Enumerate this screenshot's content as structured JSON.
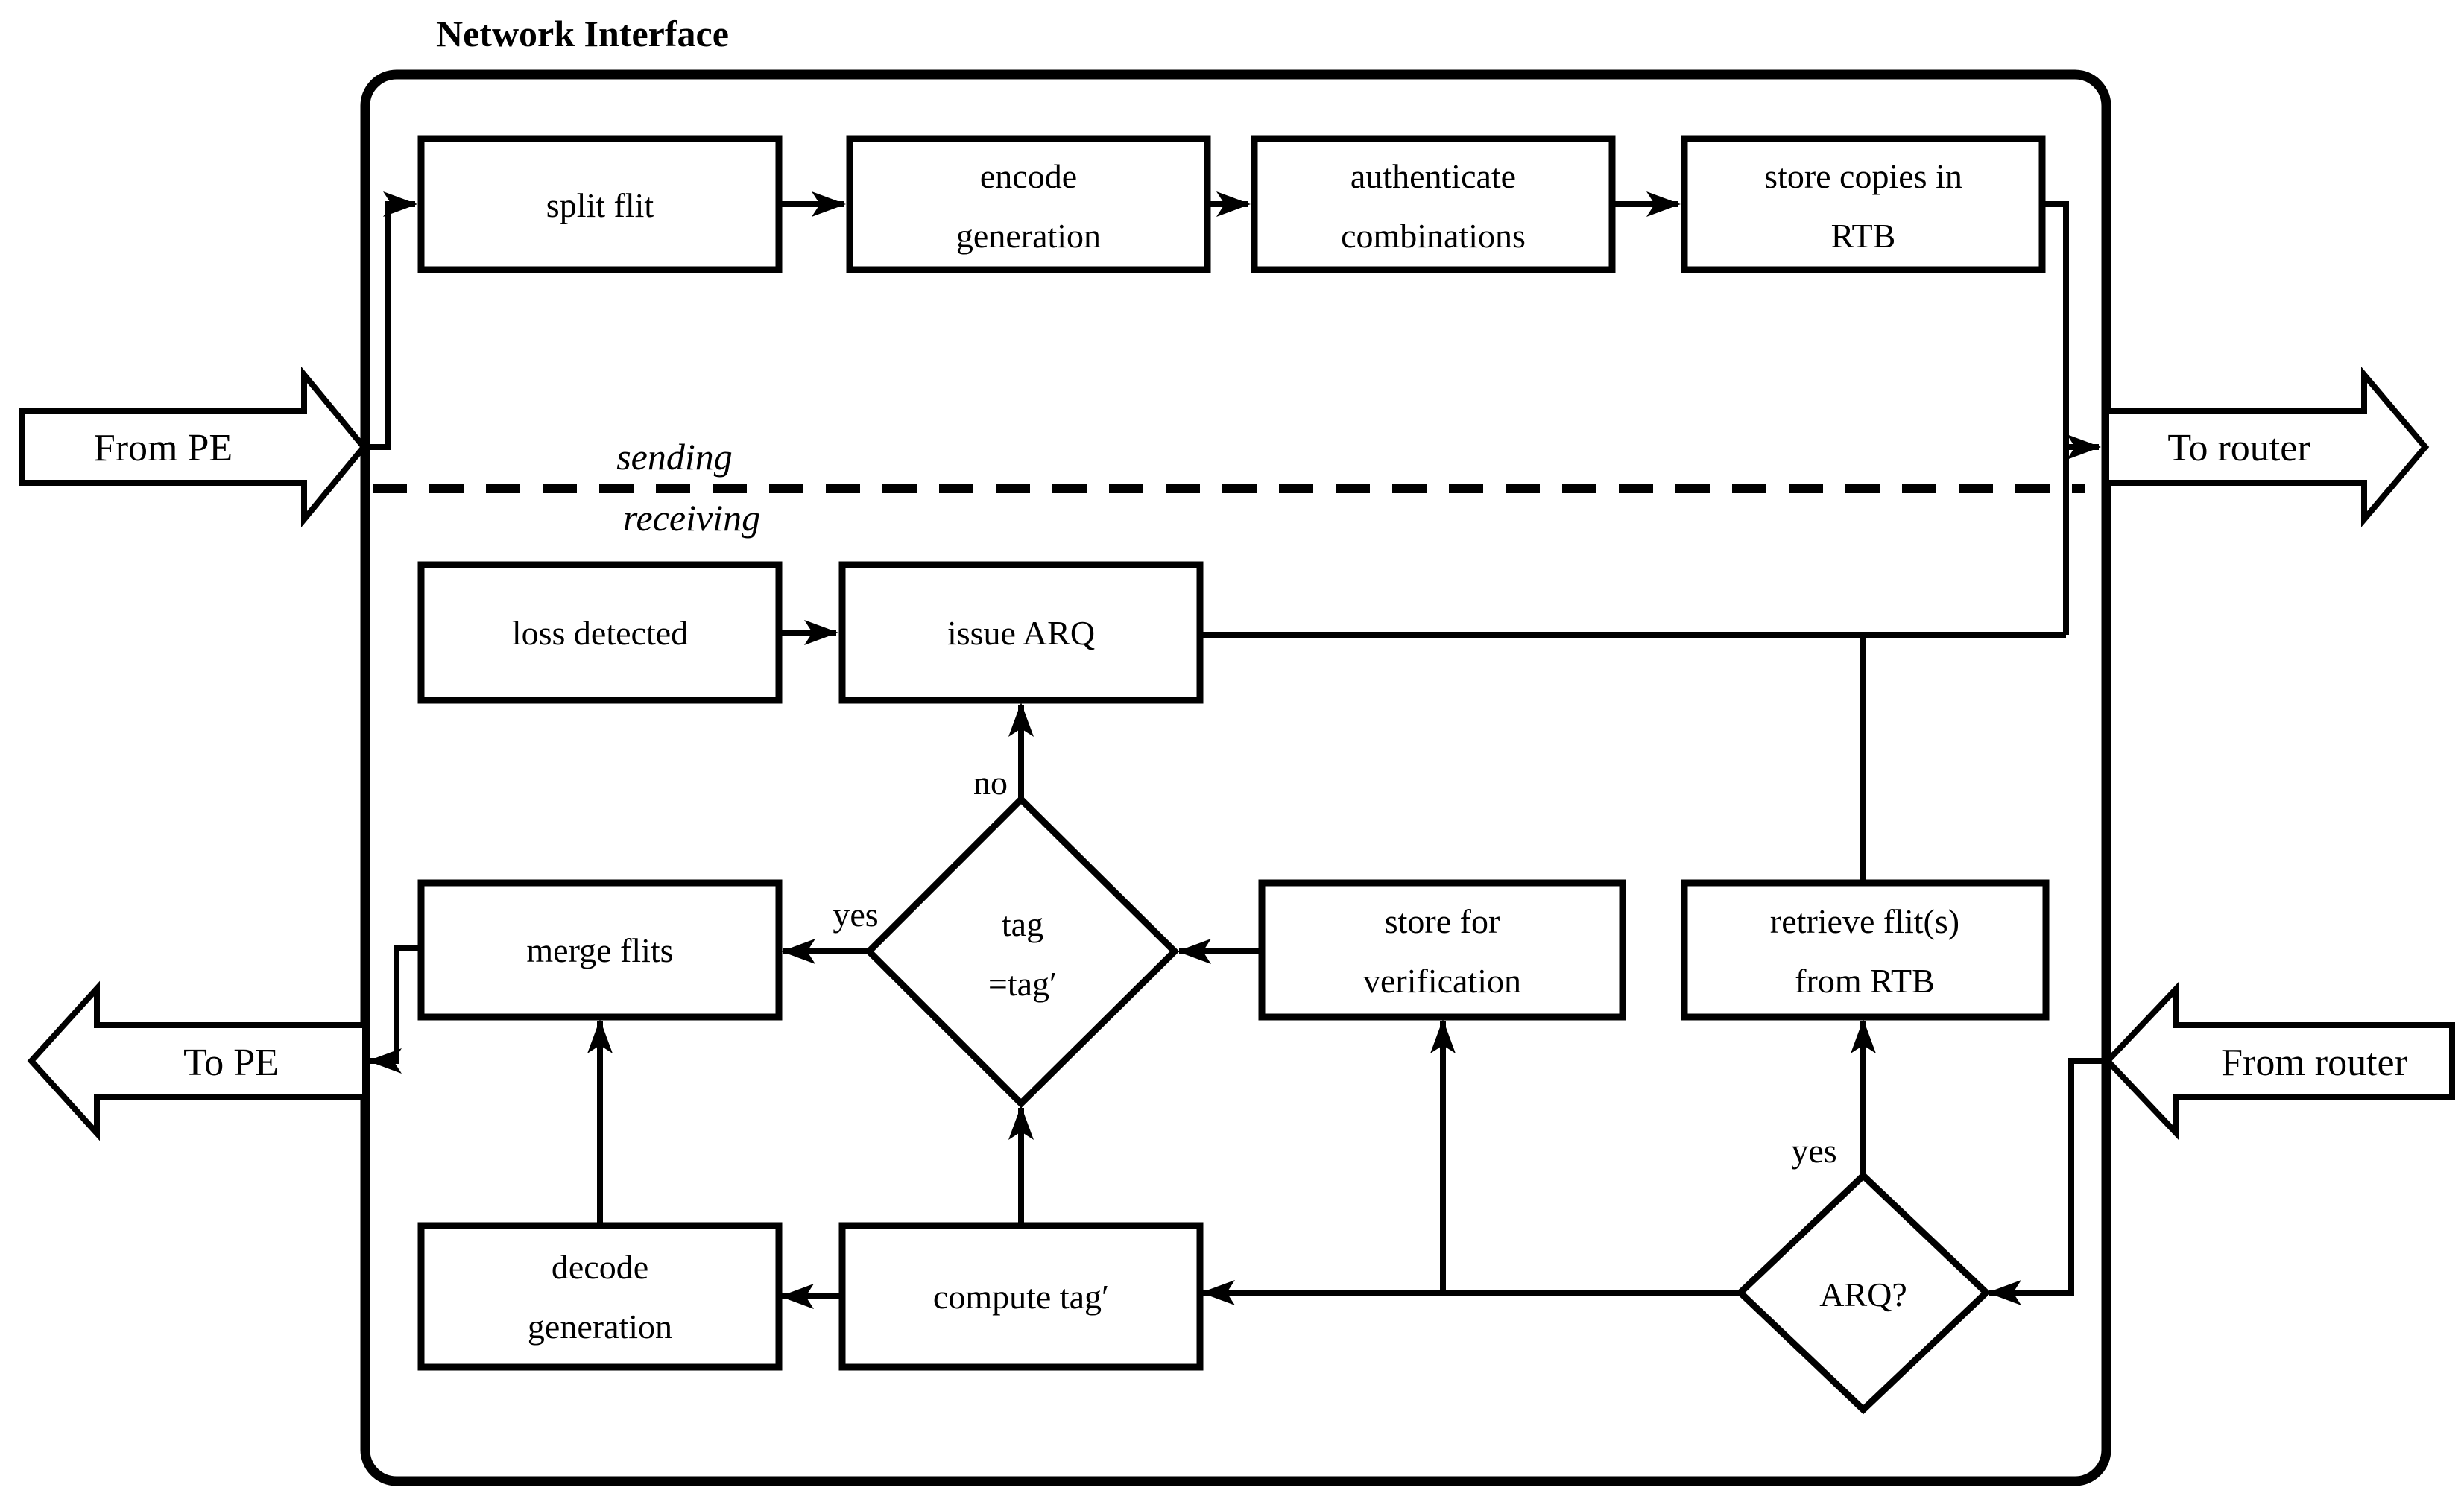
{
  "title": "Network Interface",
  "colors": {
    "ink": "#000000",
    "paper": "#ffffff"
  },
  "separator": {
    "above_label": "sending",
    "below_label": "receiving"
  },
  "ports": {
    "from_pe": {
      "label": "From PE"
    },
    "to_router": {
      "label": "To router"
    },
    "to_pe": {
      "label": "To PE"
    },
    "from_router": {
      "label": "From router"
    }
  },
  "send_path": {
    "split_flit": {
      "label": "split flit"
    },
    "encode_generation": {
      "line1": "encode",
      "line2": "generation"
    },
    "authenticate_combinations": {
      "line1": "authenticate",
      "line2": "combinations"
    },
    "store_copies_rtb": {
      "line1": "store copies in",
      "line2": "RTB"
    }
  },
  "receive_path": {
    "loss_detected": {
      "label": "loss detected"
    },
    "issue_arq": {
      "label": "issue ARQ"
    },
    "merge_flits": {
      "label": "merge flits"
    },
    "store_for_verification": {
      "line1": "store for",
      "line2": "verification"
    },
    "retrieve_flits_rtb": {
      "line1": "retrieve flit(s)",
      "line2": "from RTB"
    },
    "decode_generation": {
      "line1": "decode",
      "line2": "generation"
    },
    "compute_tag": {
      "label": "compute tag′"
    },
    "tag_decision": {
      "line1": "tag",
      "line2": "=tag′",
      "no_label": "no",
      "yes_label": "yes"
    },
    "arq_decision": {
      "label": "ARQ?",
      "yes_label": "yes"
    }
  }
}
